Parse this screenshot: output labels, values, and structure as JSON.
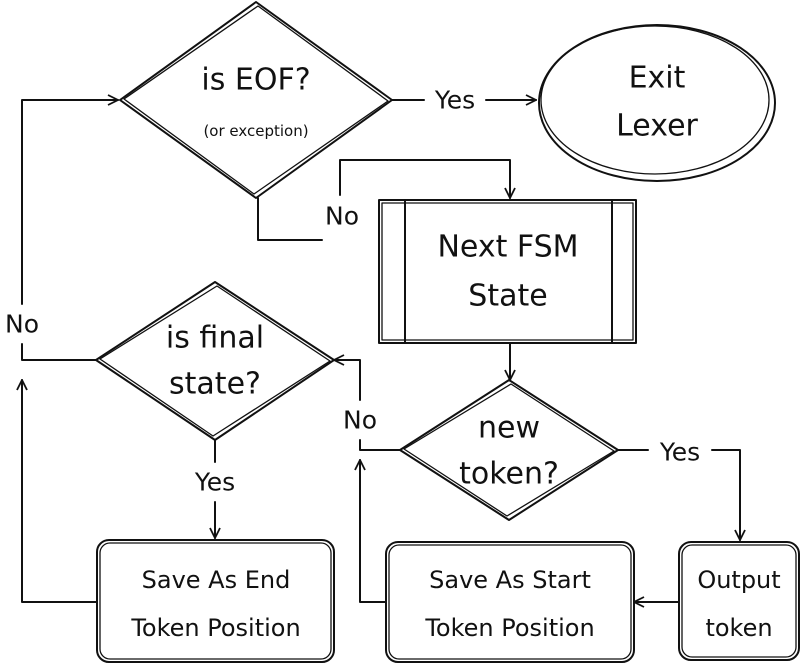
{
  "nodes": {
    "is_eof": {
      "label": "is EOF?",
      "sub": "(or exception)"
    },
    "exit_lexer": {
      "line1": "Exit",
      "line2": "Lexer"
    },
    "next_fsm_state": {
      "line1": "Next FSM",
      "line2": "State"
    },
    "is_final_state": {
      "line1": "is final",
      "line2": "state?"
    },
    "new_token": {
      "line1": "new",
      "line2": "token?"
    },
    "save_end": {
      "line1": "Save As End",
      "line2": "Token Position"
    },
    "save_start": {
      "line1": "Save As Start",
      "line2": "Token Position"
    },
    "output_token": {
      "line1": "Output",
      "line2": "token"
    }
  },
  "edges": {
    "eof_yes": "Yes",
    "eof_no": "No",
    "final_no": "No",
    "final_yes": "Yes",
    "newtoken_no": "No",
    "newtoken_yes": "Yes"
  }
}
